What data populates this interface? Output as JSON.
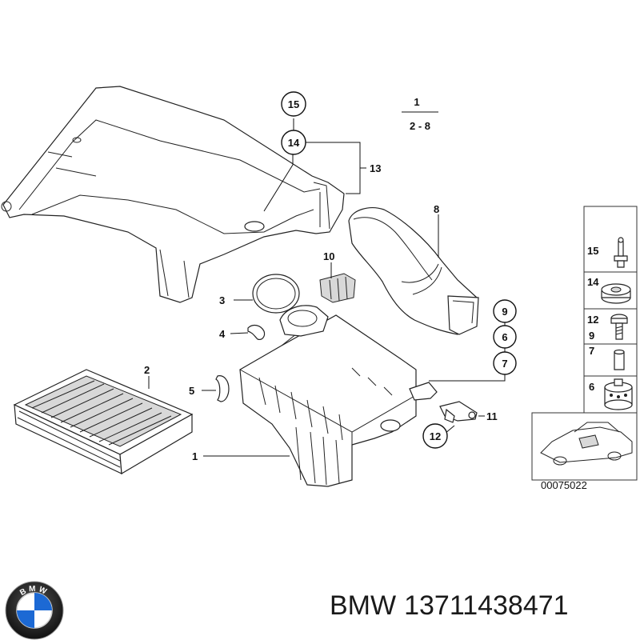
{
  "diagram": {
    "callouts": {
      "c1": "1",
      "c2": "2",
      "c3": "3",
      "c4": "4",
      "c5": "5",
      "c6": "6",
      "c7": "7",
      "c8": "8",
      "c9": "9",
      "c10": "10",
      "c11": "11",
      "c12": "12",
      "c13": "13",
      "c14": "14",
      "c15": "15"
    },
    "legend_top": "1",
    "legend_bottom": "2 - 8",
    "sidebar_labels": {
      "s15": "15",
      "s14": "14",
      "s12": "12",
      "s9": "9",
      "s7": "7",
      "s6": "6"
    },
    "diagram_code": "00075022"
  },
  "logo": {
    "text": "BMW",
    "colors": {
      "blue": "#1c69d4",
      "white": "#ffffff",
      "black": "#111111"
    }
  },
  "caption": {
    "brand": "BMW",
    "part_number": "13711438471"
  }
}
